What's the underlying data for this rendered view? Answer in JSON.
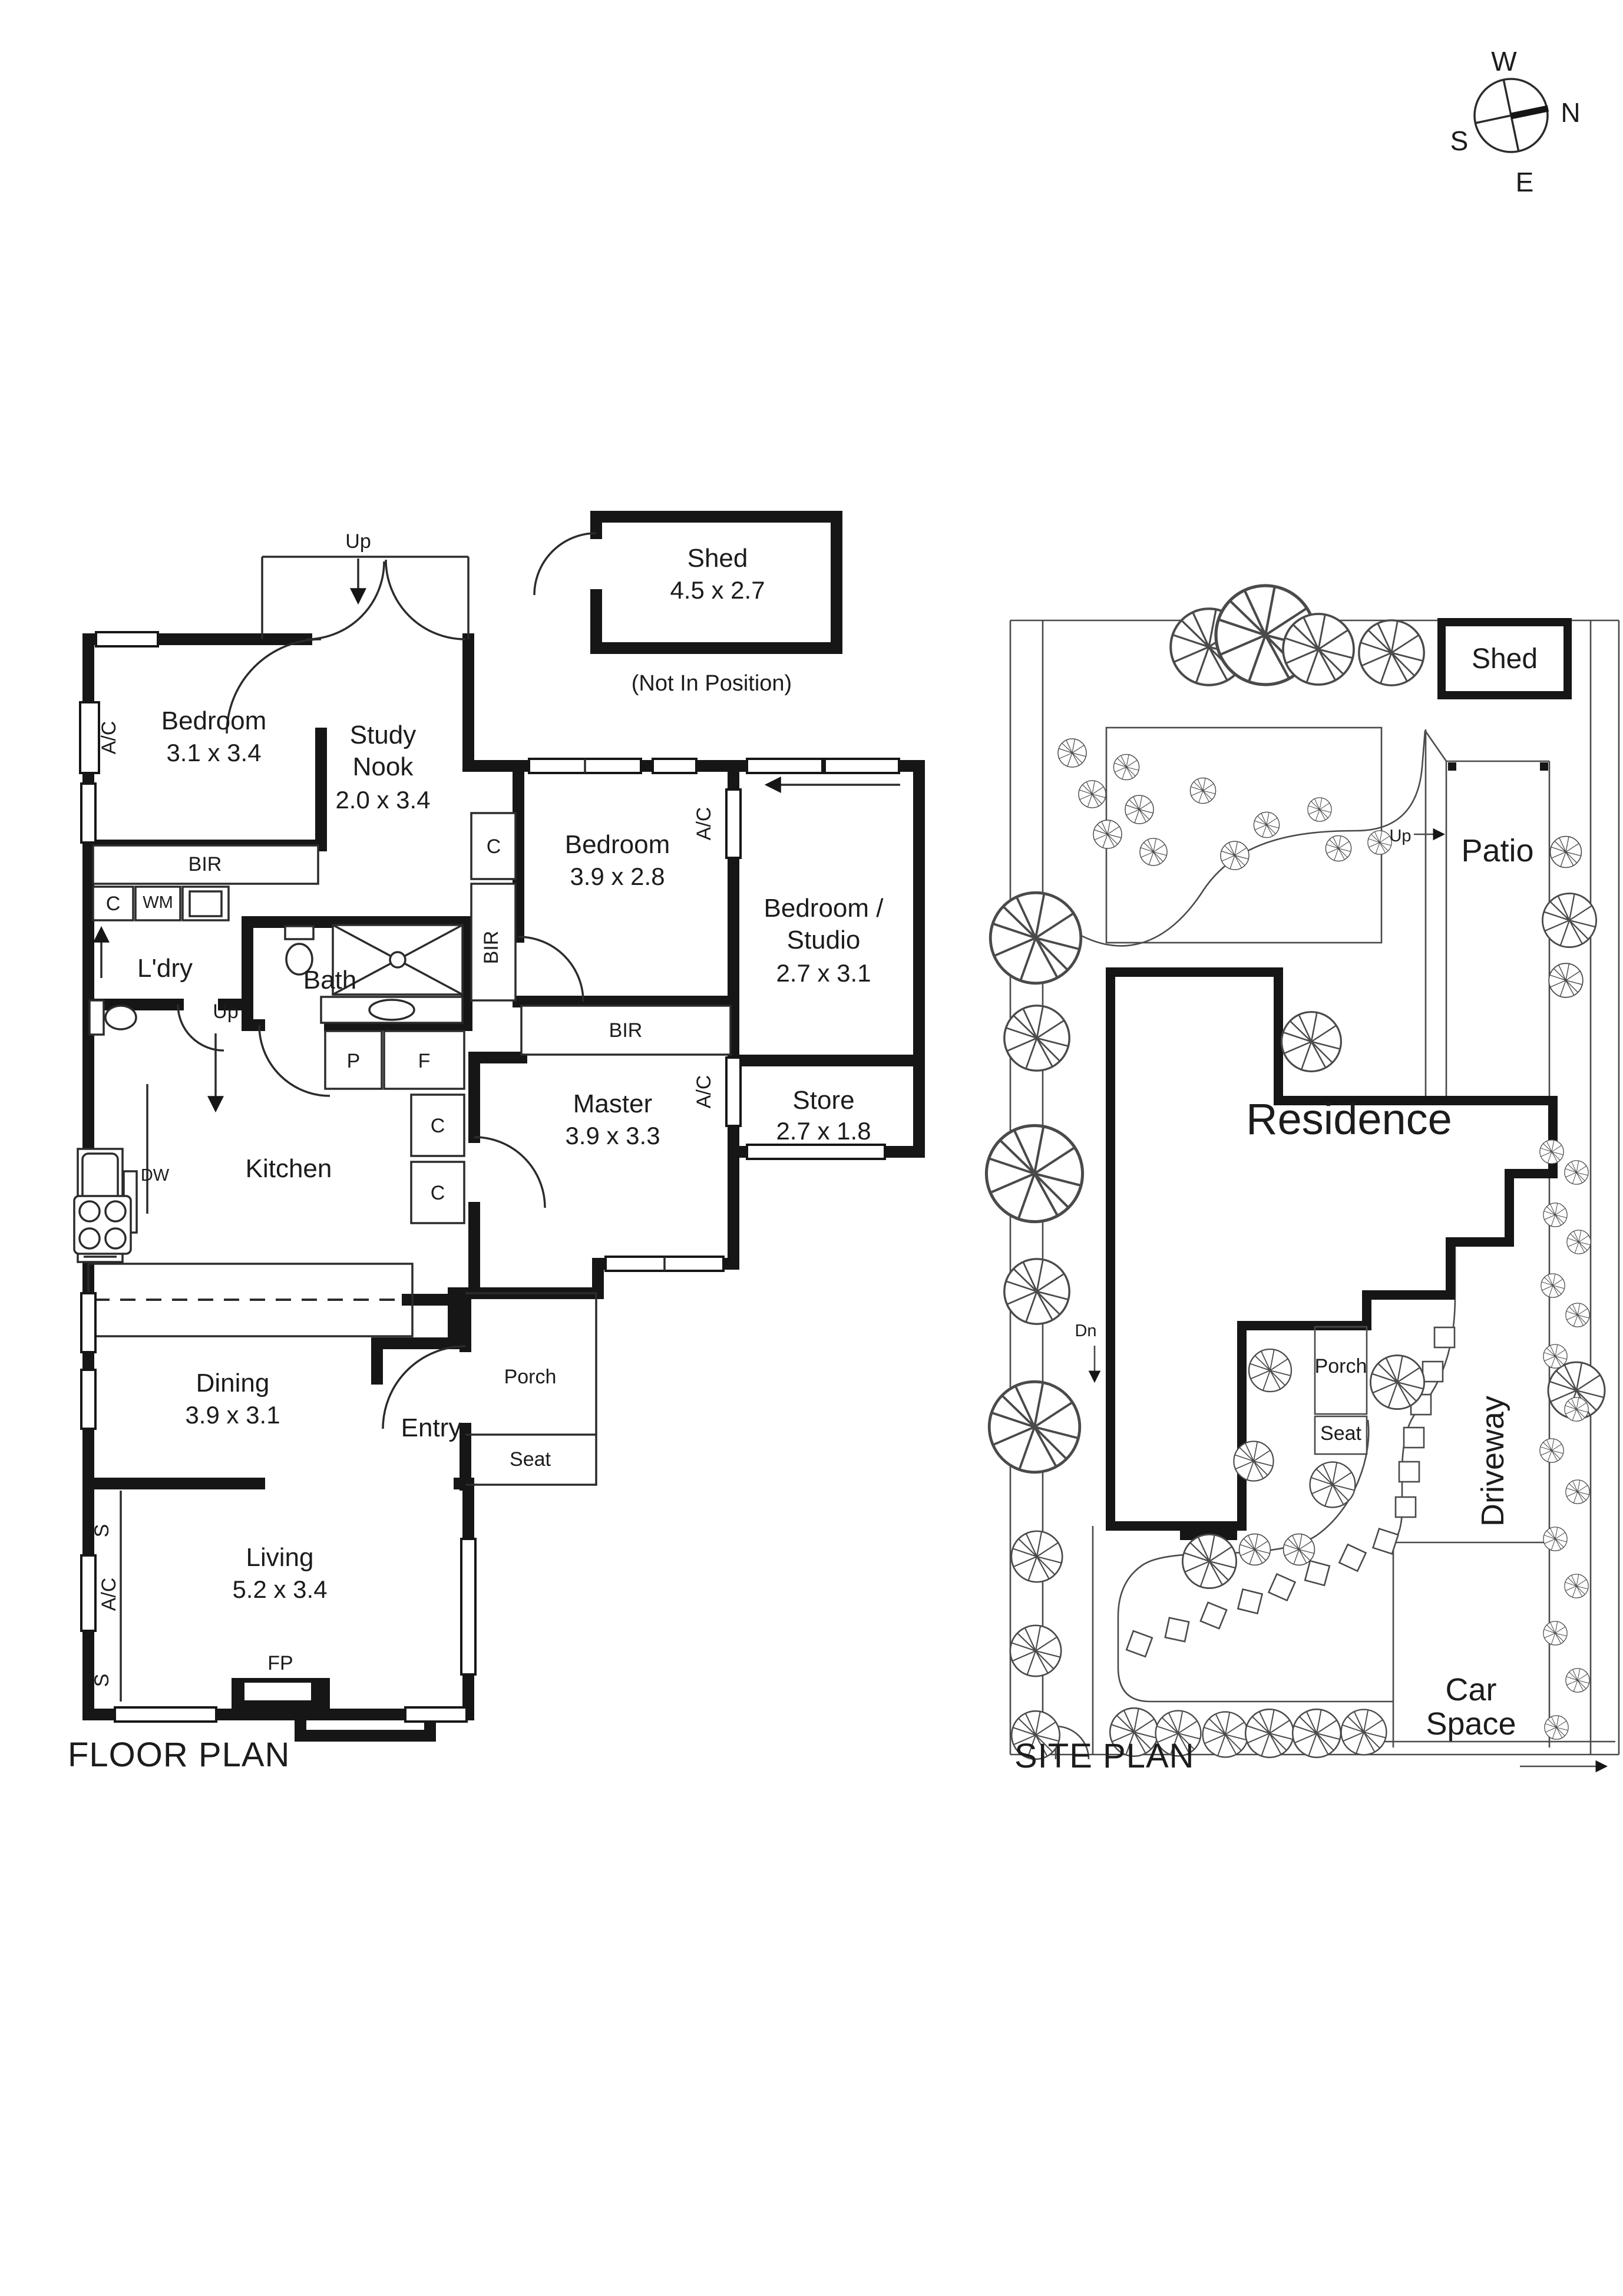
{
  "compass": {
    "n": "N",
    "e": "E",
    "s": "S",
    "w": "W"
  },
  "floor_plan": {
    "title": "FLOOR PLAN",
    "rooms": {
      "bedroom1": {
        "name": "Bedroom",
        "dims": "3.1 x 3.4"
      },
      "study_nook": {
        "name_line1": "Study",
        "name_line2": "Nook",
        "dims": "2.0 x 3.4"
      },
      "shed": {
        "name": "Shed",
        "dims": "4.5 x 2.7",
        "note": "(Not In Position)"
      },
      "bedroom2": {
        "name": "Bedroom",
        "dims": "3.9 x 2.8"
      },
      "studio": {
        "name_line1": "Bedroom /",
        "name_line2": "Studio",
        "dims": "2.7 x 3.1"
      },
      "store": {
        "name": "Store",
        "dims": "2.7 x 1.8"
      },
      "master": {
        "name": "Master",
        "dims": "3.9 x 3.3"
      },
      "dining": {
        "name": "Dining",
        "dims": "3.9 x 3.1"
      },
      "living": {
        "name": "Living",
        "dims": "5.2 x 3.4"
      },
      "kitchen": {
        "name": "Kitchen"
      },
      "bath": {
        "name": "Bath"
      },
      "laundry": {
        "name": "L'dry"
      },
      "entry": {
        "name": "Entry"
      },
      "porch": {
        "name": "Porch"
      },
      "seat": {
        "name": "Seat"
      }
    },
    "small": {
      "bir": "BIR",
      "c": "C",
      "wm": "WM",
      "p": "P",
      "f": "F",
      "dw": "DW",
      "ac": "A/C",
      "fp": "FP",
      "s": "S",
      "up": "Up"
    }
  },
  "site_plan": {
    "title": "SITE PLAN",
    "labels": {
      "shed": "Shed",
      "patio": "Patio",
      "residence": "Residence",
      "porch": "Porch",
      "seat": "Seat",
      "driveway": "Driveway",
      "car_line1": "Car",
      "car_line2": "Space",
      "up": "Up",
      "dn": "Dn"
    }
  }
}
